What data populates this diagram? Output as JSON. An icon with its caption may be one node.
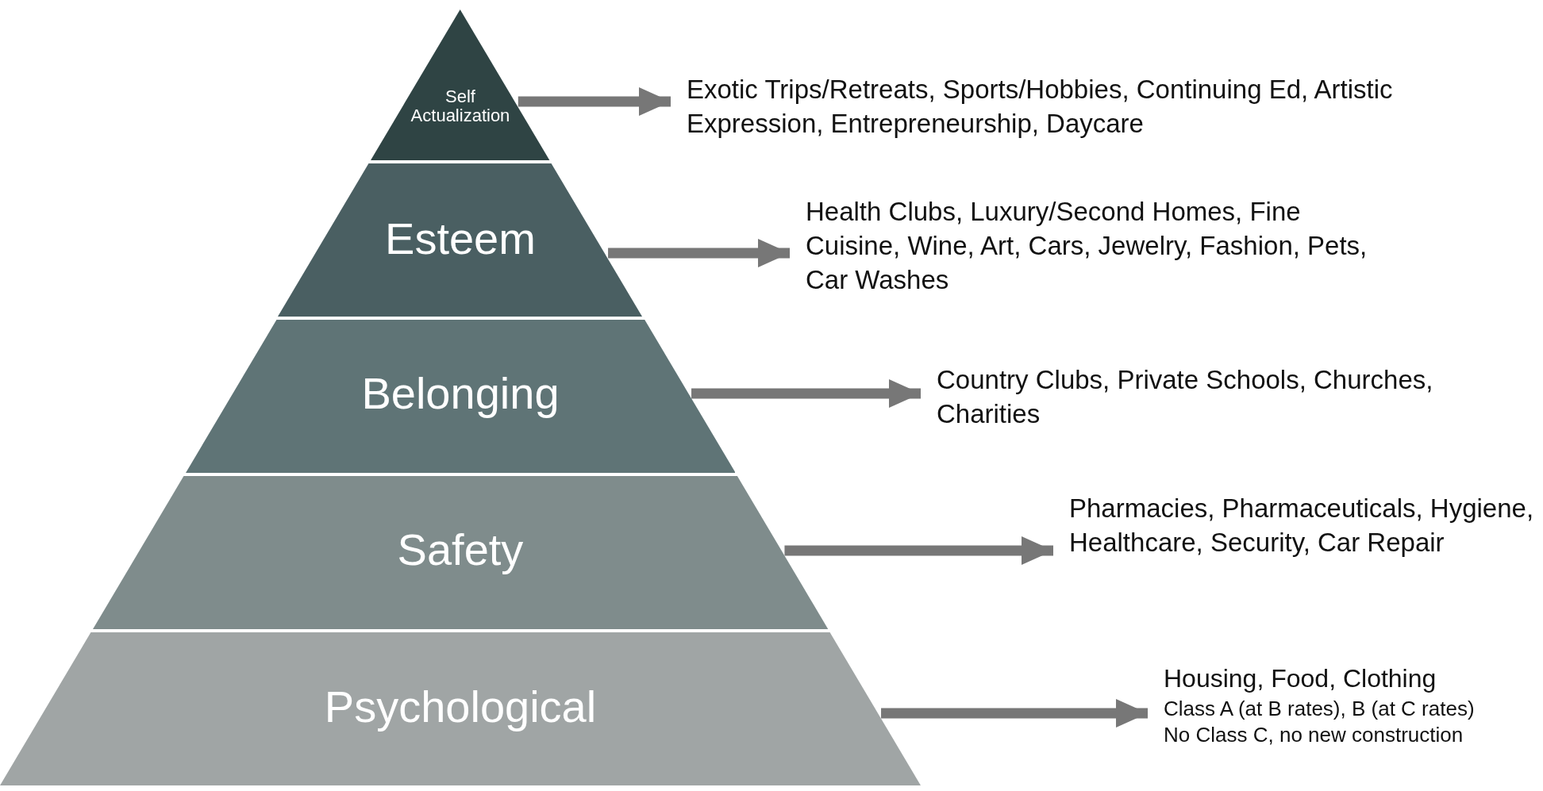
{
  "diagram": {
    "nodes": [
      {
        "text": [
          "Self Actualization"
        ]
      },
      {
        "text": [
          "Esteem"
        ]
      },
      {
        "text": [
          "Belonging"
        ]
      },
      {
        "text": [
          "Safety"
        ]
      },
      {
        "text": [
          "Psychological"
        ]
      },
      {
        "text": [
          "Exotic Trips/Retreats, Sports/Hobbies, Continuing Ed, Artistic Expression, Entrepreneurship, Daycare"
        ]
      },
      {
        "text": [
          "Health Clubs, Luxury/Second Homes, Fine Cuisine, Wine, Art, Cars, Jewelry, Fashion, Pets, Car Washes"
        ]
      },
      {
        "text": [
          "Country Clubs, Private Schools, Churches, Charities"
        ]
      },
      {
        "text": [
          "Pharmacies, Pharmaceuticals, Hygiene, Healthcare, Security, Car Repair"
        ]
      },
      {
        "text": [
          "Housing, Food, Clothing",
          "Class A (at B rates), B (at C rates)",
          "No Class C, no new construction"
        ]
      }
    ],
    "edges": [
      {
        "from": 0,
        "to": 5,
        "arrow": "to"
      },
      {
        "from": 1,
        "to": 6,
        "arrow": "to"
      },
      {
        "from": 2,
        "to": 7,
        "arrow": "to"
      },
      {
        "from": 3,
        "to": 8,
        "arrow": "to"
      },
      {
        "from": 4,
        "to": 9,
        "arrow": "to"
      }
    ]
  }
}
